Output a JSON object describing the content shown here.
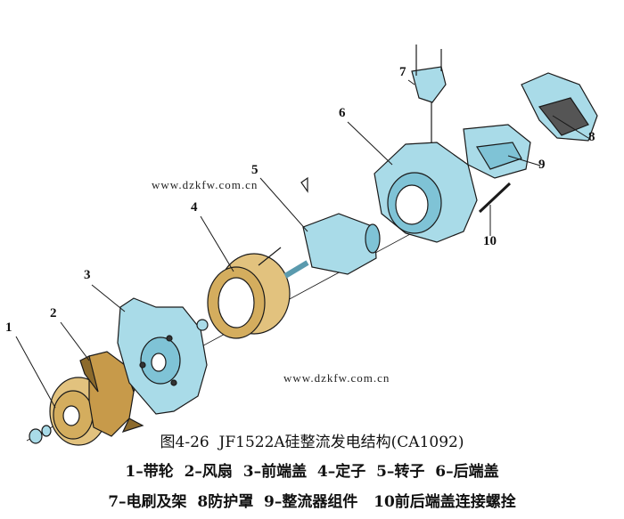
{
  "figure": {
    "title": "图4-26  JF1522A硅整流发电结构(CA1092)",
    "legend_line1": "1–带轮  2–风扇  3–前端盖  4–定子  5–转子  6–后端盖",
    "legend_line2": "7–电刷及架  8防护罩  9–整流器组件   10前后端盖连接螺拴"
  },
  "callouts": [
    "1",
    "2",
    "3",
    "4",
    "5",
    "6",
    "7",
    "8",
    "9",
    "10"
  ],
  "watermarks": [
    "www.dzkfw.com.cn",
    "www.dzkfw.com.cn"
  ],
  "colors": {
    "part_blue": "#a9dbe8",
    "part_gold": "#e2c27e",
    "outline": "#1a1a1a"
  }
}
